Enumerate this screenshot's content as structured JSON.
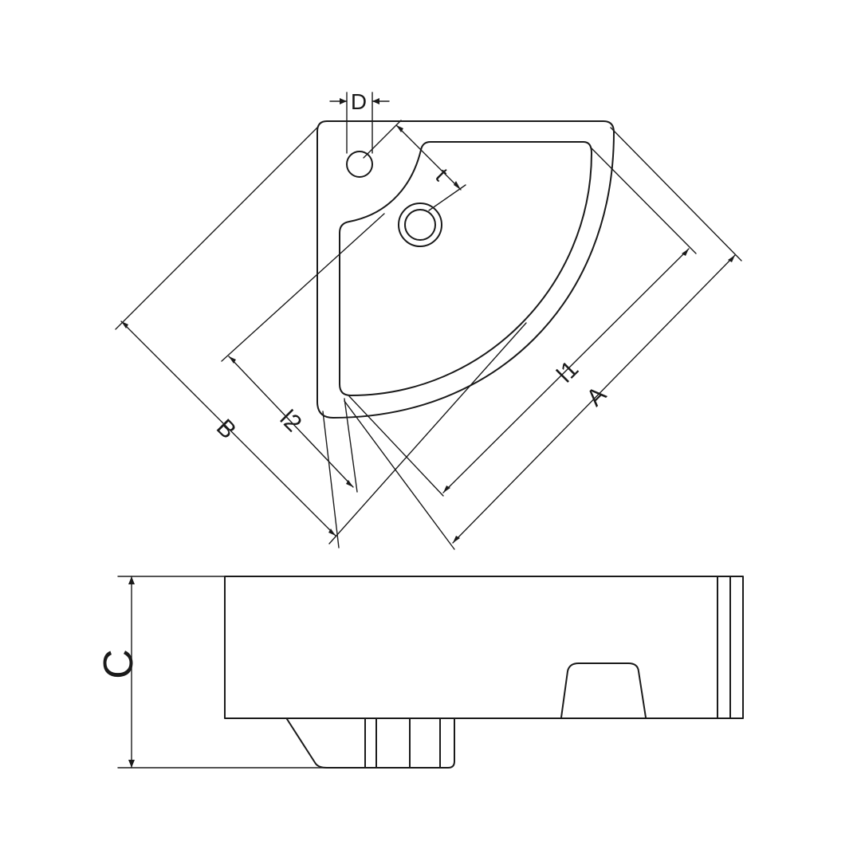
{
  "views": {
    "top": {
      "dimension_labels": {
        "D": "D",
        "t": "t",
        "l1": "l1",
        "l2": "l2",
        "A": "A",
        "B": "B"
      }
    },
    "front": {
      "dimension_labels": {
        "C": "C"
      }
    }
  },
  "colors": {
    "line": "#1a1a1a",
    "background": "#ffffff"
  }
}
